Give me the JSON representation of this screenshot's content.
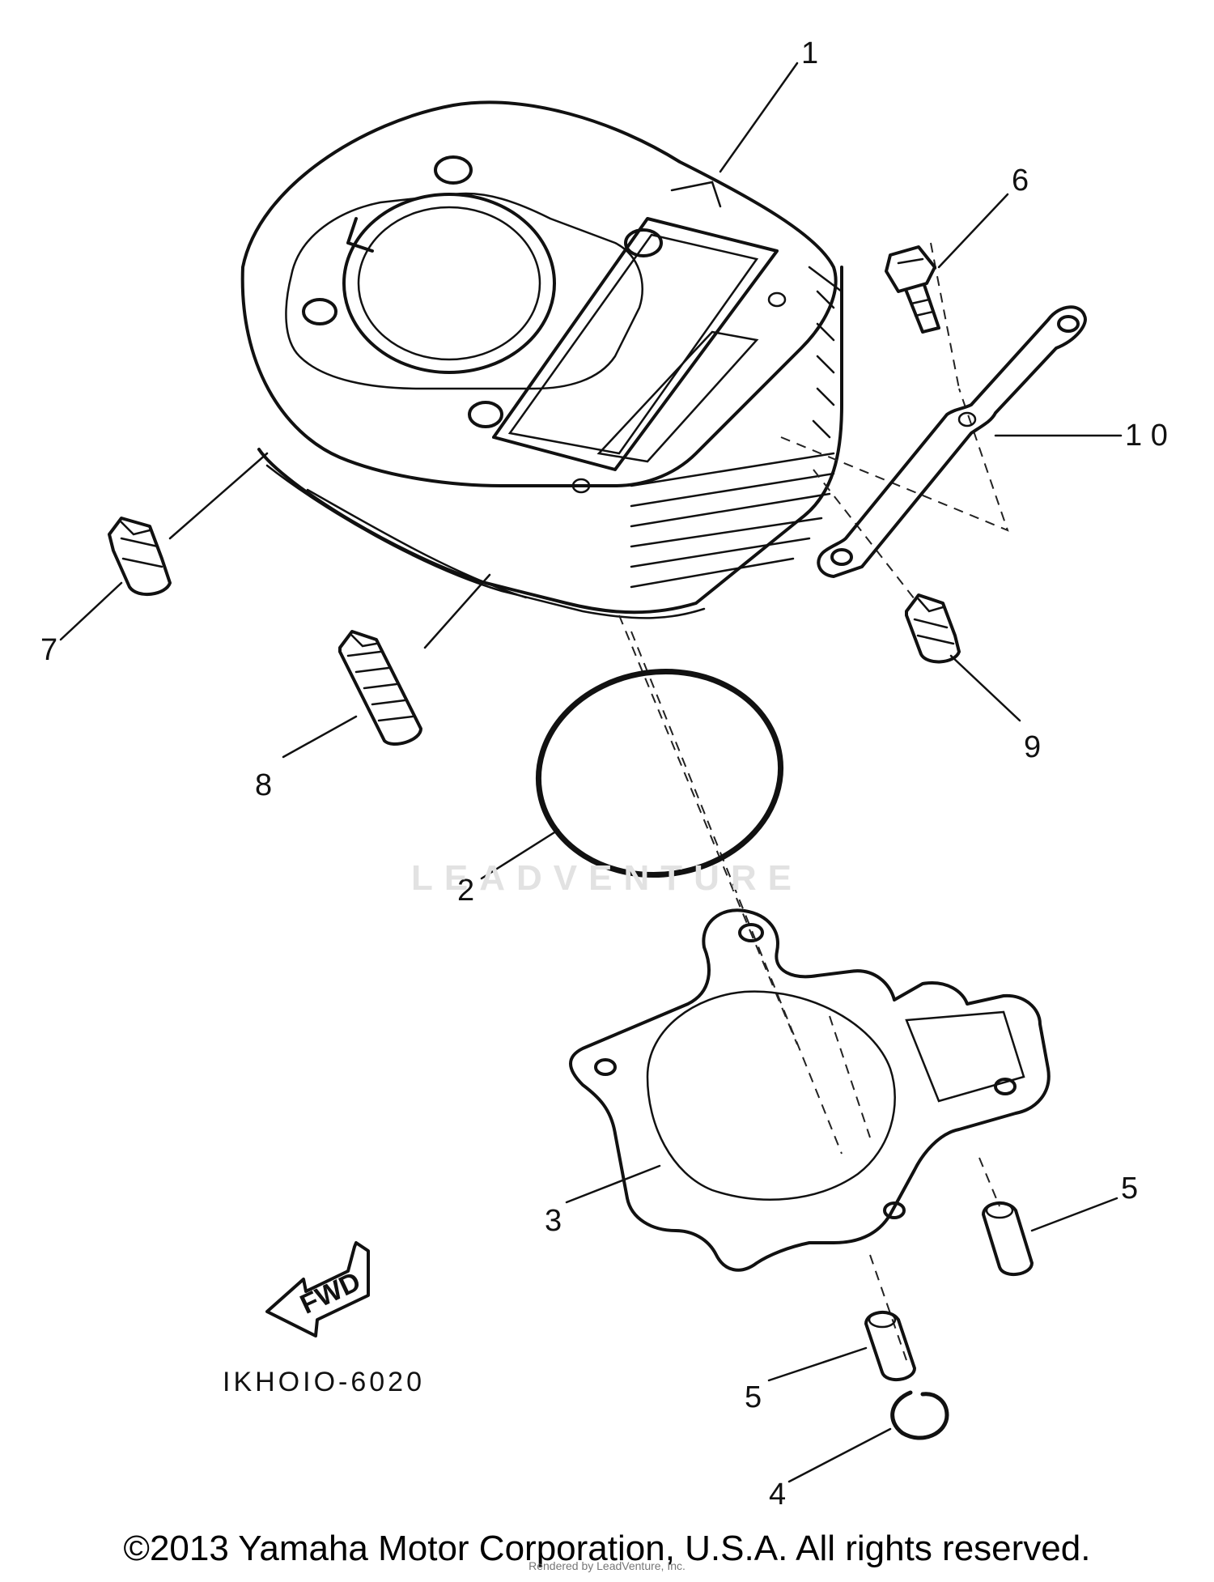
{
  "diagram": {
    "code": "IKHOIO-6020",
    "fwd_label": "FWD",
    "watermark": "LEADVENTURE",
    "callouts": {
      "c1": "1",
      "c2": "2",
      "c3": "3",
      "c4": "4",
      "c5a": "5",
      "c5b": "5",
      "c6": "6",
      "c7": "7",
      "c8": "8",
      "c9": "9",
      "c10": "1 0"
    }
  },
  "footer": {
    "copyright": "©2013 Yamaha Motor Corporation, U.S.A. All rights reserved.",
    "rendered_by": "Rendered by LeadVenture, Inc."
  }
}
